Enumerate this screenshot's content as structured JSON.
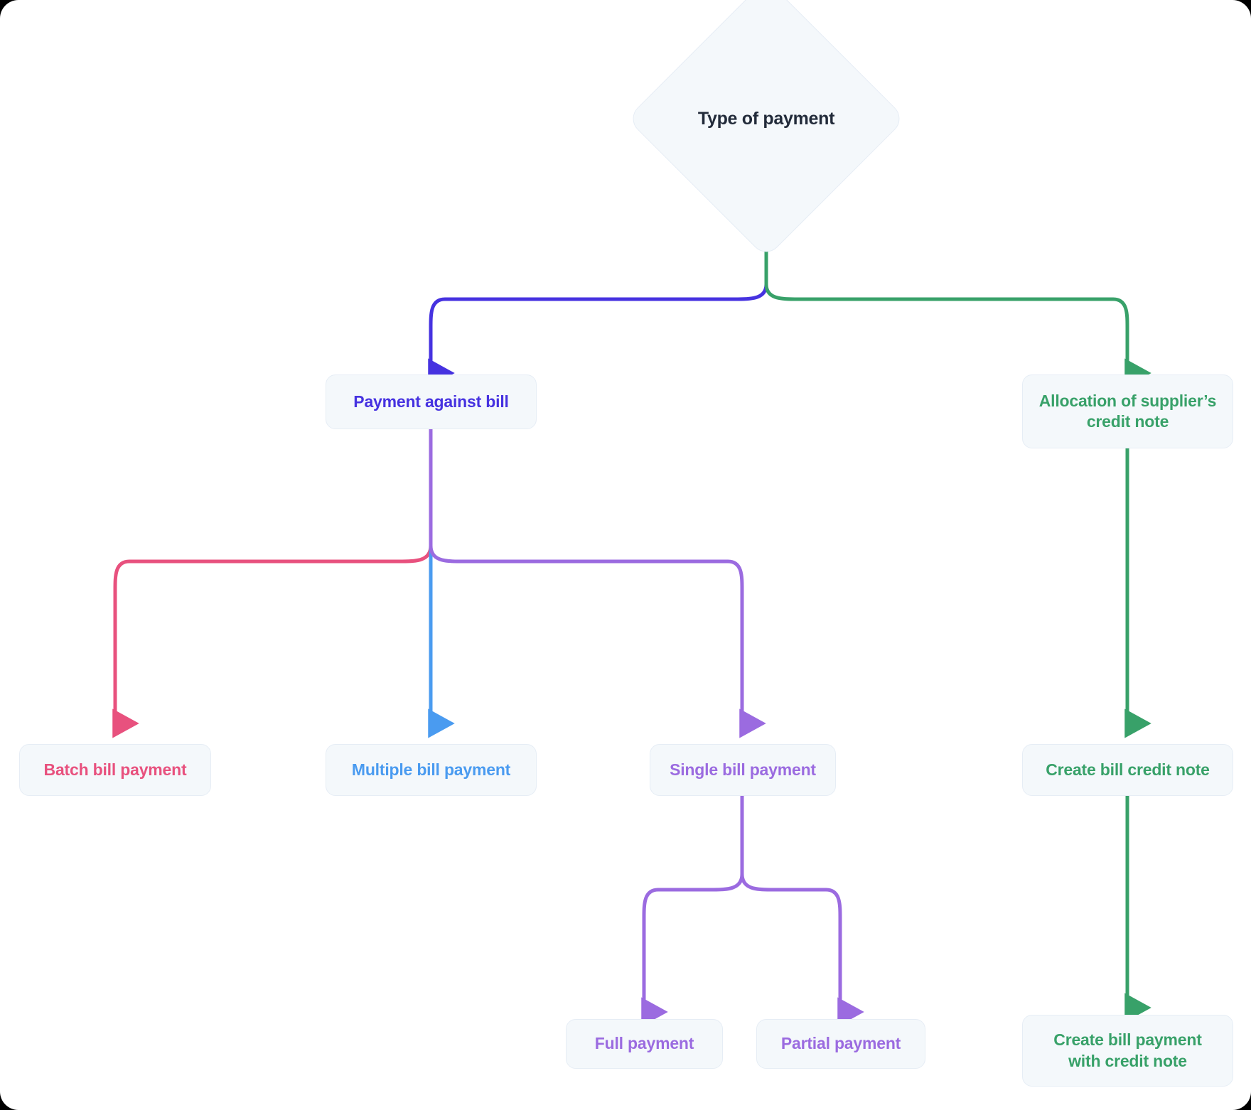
{
  "diagram": {
    "title": "Type of payment",
    "type": "flowchart",
    "background": "#ffffff",
    "node_fill": "#f4f8fb",
    "node_border": "#e6edf5",
    "root": {
      "id": "type-of-payment",
      "label": "Type of payment",
      "shape": "diamond",
      "color": "#222b3a"
    },
    "nodes": [
      {
        "id": "payment-against-bill",
        "label": "Payment against bill",
        "shape": "rounded-rect",
        "color": "#4632e0",
        "level": 1
      },
      {
        "id": "allocation-of-suppliers-credit-note",
        "label": "Allocation of supplier’s credit note",
        "shape": "rounded-rect",
        "color": "#38a169",
        "level": 1
      },
      {
        "id": "batch-bill-payment",
        "label": "Batch bill payment",
        "shape": "rounded-rect",
        "color": "#e8517e",
        "level": 2
      },
      {
        "id": "multiple-bill-payment",
        "label": "Multiple bill payment",
        "shape": "rounded-rect",
        "color": "#4a9bf0",
        "level": 2
      },
      {
        "id": "single-bill-payment",
        "label": "Single bill payment",
        "shape": "rounded-rect",
        "color": "#9b6be0",
        "level": 2
      },
      {
        "id": "create-bill-credit-note",
        "label": "Create bill credit note",
        "shape": "rounded-rect",
        "color": "#38a169",
        "level": 2
      },
      {
        "id": "full-payment",
        "label": "Full payment",
        "shape": "rounded-rect",
        "color": "#9b6be0",
        "level": 3
      },
      {
        "id": "partial-payment",
        "label": "Partial payment",
        "shape": "rounded-rect",
        "color": "#9b6be0",
        "level": 3
      },
      {
        "id": "create-bill-payment-with-credit-note",
        "label": "Create bill payment with credit note",
        "shape": "rounded-rect",
        "color": "#38a169",
        "level": 3
      }
    ],
    "edges": [
      {
        "from": "type-of-payment",
        "to": "payment-against-bill",
        "color": "#4632e0",
        "arrow": true
      },
      {
        "from": "type-of-payment",
        "to": "allocation-of-suppliers-credit-note",
        "color": "#38a169",
        "arrow": true
      },
      {
        "from": "payment-against-bill",
        "to": "batch-bill-payment",
        "color": "#e8517e",
        "arrow": true
      },
      {
        "from": "payment-against-bill",
        "to": "multiple-bill-payment",
        "color": "#4a9bf0",
        "arrow": true
      },
      {
        "from": "payment-against-bill",
        "to": "single-bill-payment",
        "color": "#9b6be0",
        "arrow": true
      },
      {
        "from": "allocation-of-suppliers-credit-note",
        "to": "create-bill-credit-note",
        "color": "#38a169",
        "arrow": true
      },
      {
        "from": "single-bill-payment",
        "to": "full-payment",
        "color": "#9b6be0",
        "arrow": true
      },
      {
        "from": "single-bill-payment",
        "to": "partial-payment",
        "color": "#9b6be0",
        "arrow": true
      },
      {
        "from": "create-bill-credit-note",
        "to": "create-bill-payment-with-credit-note",
        "color": "#38a169",
        "arrow": true
      }
    ]
  }
}
